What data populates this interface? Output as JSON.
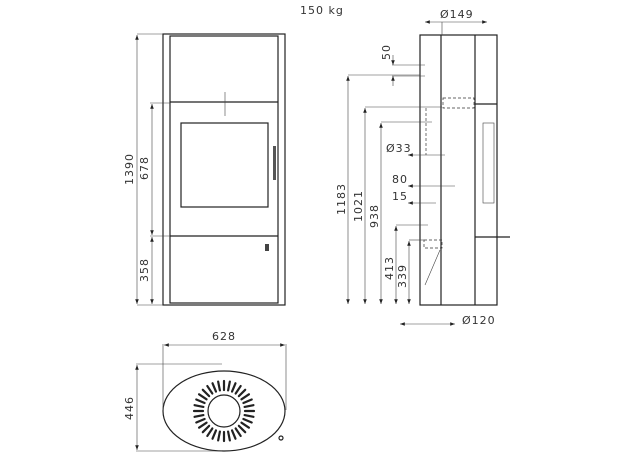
{
  "weight": "150 kg",
  "front_view": {
    "height_total": "1390",
    "height_window": "678",
    "height_base": "358"
  },
  "side_view": {
    "flue_diameter_top": "Ø149",
    "offset_top": "50",
    "height_top_outlet": "1183",
    "height_rear_outlet": "1021",
    "height_938": "938",
    "air_inlet_diameter": "Ø33",
    "dim_80": "80",
    "dim_15": "15",
    "height_413": "413",
    "height_339": "339",
    "air_inlet_bottom_diameter": "Ø120"
  },
  "top_view": {
    "width": "628",
    "depth": "446"
  }
}
